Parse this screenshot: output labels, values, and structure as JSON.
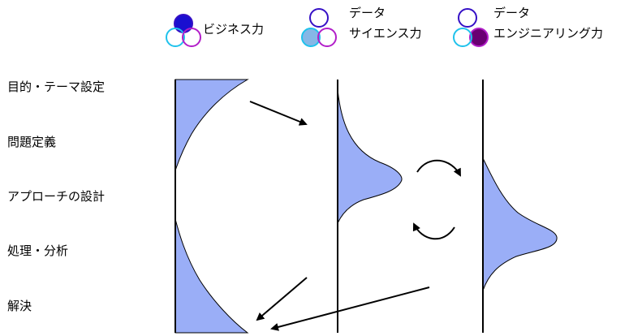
{
  "legend": [
    {
      "lines": [
        "ビジネス力"
      ],
      "icon": "venn-business-highlight-icon"
    },
    {
      "lines": [
        "データ",
        "サイエンス力"
      ],
      "icon": "venn-data-science-highlight-icon"
    },
    {
      "lines": [
        "データ",
        "エンジニアリング力"
      ],
      "icon": "venn-data-engineering-highlight-icon"
    }
  ],
  "stages": [
    "目的・テーマ設定",
    "問題定義",
    "アプローチの設計",
    "処理・分析",
    "解決"
  ],
  "colors": {
    "curve_fill": "#9aaef7",
    "ring_navy": "#3510c6",
    "ring_cyan": "#1fc2ec",
    "ring_purple": "#b21ec9",
    "business_fill": "#1a0fd0",
    "science_fill": "#86b7e6",
    "engineering_fill": "#690072"
  }
}
